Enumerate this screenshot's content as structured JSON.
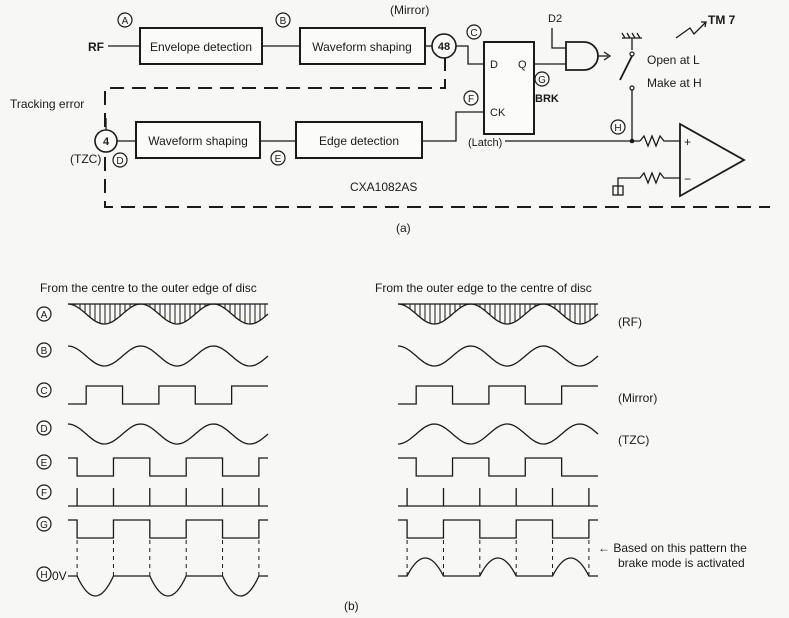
{
  "part_a": {
    "blocks": {
      "envelope": "Envelope detection",
      "shaping_top": "Waveform shaping",
      "shaping_bottom": "Waveform shaping",
      "edge": "Edge detection"
    },
    "labels": {
      "rf": "RF",
      "mirror": "(Mirror)",
      "pin48": "48",
      "pin4": "4",
      "tracking_error": "Tracking error",
      "tzc": "(TZC)",
      "d_pin": "D",
      "q_pin": "Q",
      "ck_pin": "CK",
      "latch": "(Latch)",
      "brk": "BRK",
      "d2": "D2",
      "tm7": "TM 7",
      "open_at_l": "Open at L",
      "make_at_h": "Make at H",
      "chip": "CXA1082AS",
      "plus": "+",
      "minus": "−",
      "caption": "(a)"
    },
    "nodes": [
      "A",
      "B",
      "C",
      "D",
      "E",
      "F",
      "G",
      "H"
    ]
  },
  "part_b": {
    "left_title": "From the centre to the outer edge of disc",
    "right_title": "From the outer edge to the centre of disc",
    "row_letters": [
      "A",
      "B",
      "C",
      "D",
      "E",
      "F",
      "G",
      "H"
    ],
    "h_suffix": "0V",
    "side_notes": {
      "rf": "(RF)",
      "mirror": "(Mirror)",
      "tzc": "(TZC)",
      "brake_line1": "← Based on this pattern the",
      "brake_line2": "brake mode is activated"
    },
    "caption": "(b)"
  }
}
